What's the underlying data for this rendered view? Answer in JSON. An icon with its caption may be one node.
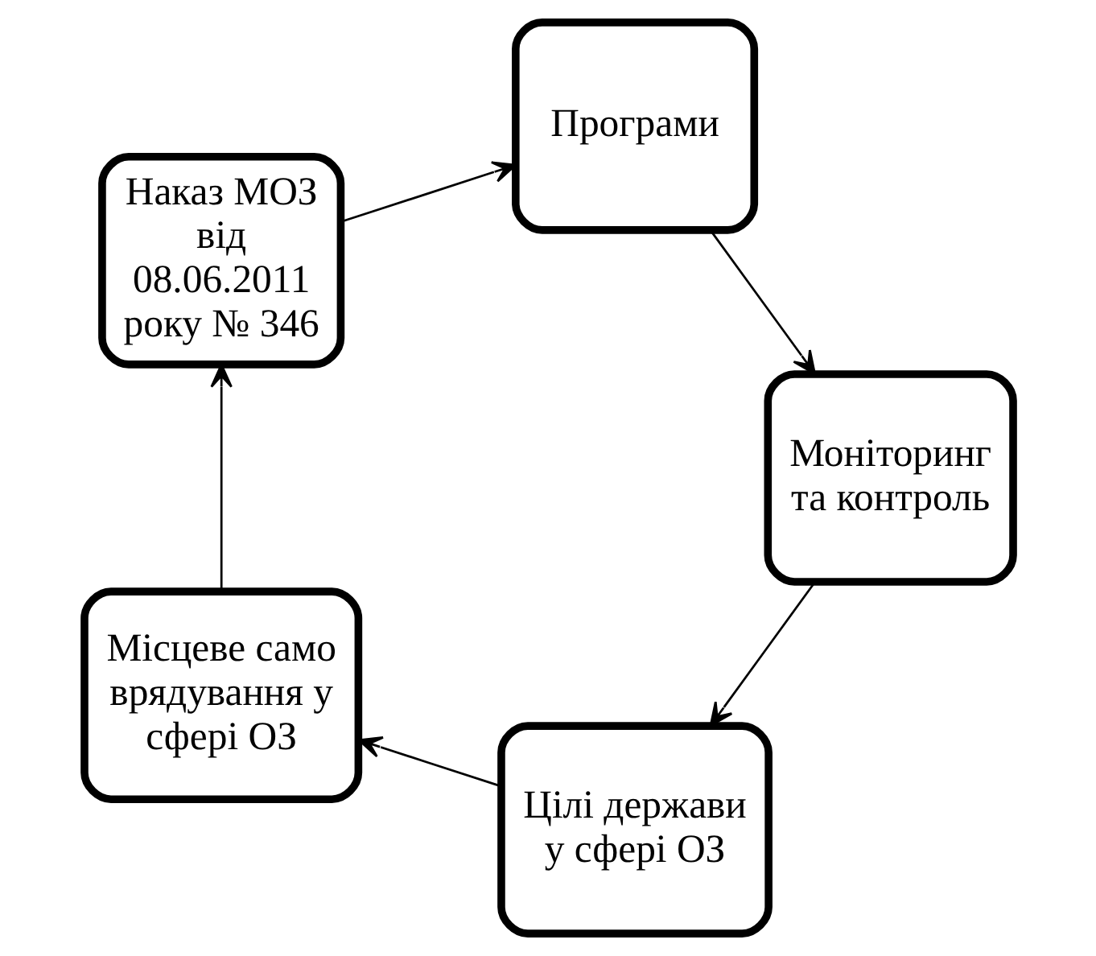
{
  "diagram": {
    "nodes": [
      {
        "text": [
          "Цілі держави у сфері ОЗ"
        ]
      },
      {
        "text": [
          "Місцеве самоврядування у сфері ОЗ"
        ]
      },
      {
        "text": [
          "Наказ МОЗ від 08.06.2011 року № 346"
        ]
      },
      {
        "text": [
          "Програми"
        ]
      },
      {
        "text": [
          "Моніторинг та контроль"
        ]
      }
    ],
    "edges": [
      {
        "from": 0,
        "to": 1,
        "arrow": "to"
      },
      {
        "from": 1,
        "to": 2,
        "arrow": "to"
      },
      {
        "from": 2,
        "to": 3,
        "arrow": "to"
      },
      {
        "from": 3,
        "to": 4,
        "arrow": "to"
      },
      {
        "from": 4,
        "to": 0,
        "arrow": "to"
      }
    ]
  }
}
